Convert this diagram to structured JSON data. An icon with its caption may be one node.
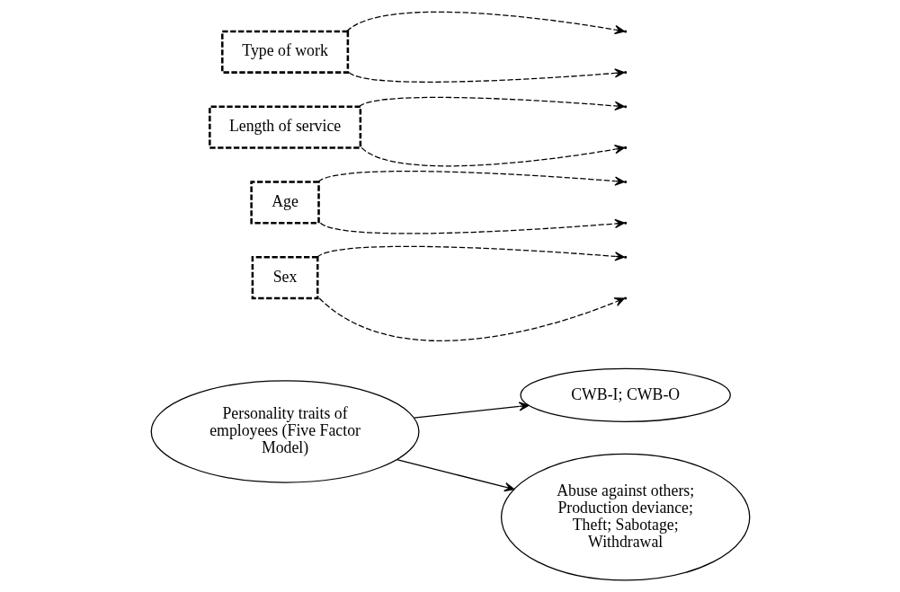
{
  "diagram": {
    "nodes": [
      {
        "text": [
          "Personality traits of employees (Five Factor Model)"
        ]
      },
      {
        "text": [
          "CWB-I; CWB-O"
        ]
      },
      {
        "text": [
          "Abuse against others; Production deviance; Theft; Sabotage; Withdrawal"
        ]
      },
      {
        "text": [
          "Sex"
        ]
      },
      {
        "text": [
          "Age"
        ]
      },
      {
        "text": [
          "Length of service"
        ]
      },
      {
        "text": [
          "Type of work"
        ]
      }
    ],
    "edges": [
      {
        "from": 0,
        "to": 1,
        "arrow": "to"
      },
      {
        "from": 0,
        "to": 2,
        "arrow": "to"
      },
      {
        "from": 3,
        "to": null,
        "arrow": "to",
        "style": "dashed"
      },
      {
        "from": 3,
        "to": null,
        "arrow": "to",
        "style": "dashed"
      },
      {
        "from": 4,
        "to": null,
        "arrow": "to",
        "style": "dashed"
      },
      {
        "from": 4,
        "to": null,
        "arrow": "to",
        "style": "dashed"
      },
      {
        "from": 5,
        "to": null,
        "arrow": "to",
        "style": "dashed"
      },
      {
        "from": 5,
        "to": null,
        "arrow": "to",
        "style": "dashed"
      },
      {
        "from": 6,
        "to": null,
        "arrow": "to",
        "style": "dashed"
      },
      {
        "from": 6,
        "to": null,
        "arrow": "to",
        "style": "dashed"
      }
    ]
  }
}
